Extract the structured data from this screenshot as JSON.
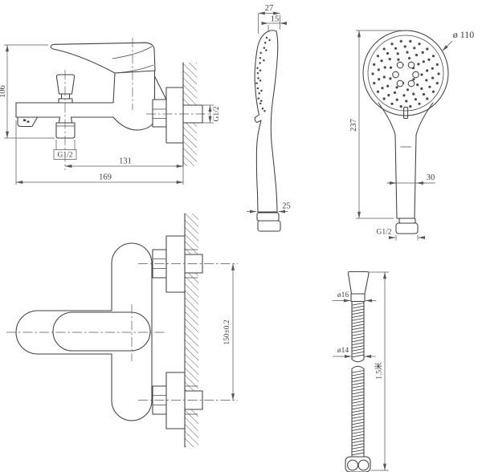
{
  "drawing": {
    "colors": {
      "background": "#ffffff",
      "line": "#3f3f3f",
      "dimension": "#555555"
    },
    "views": {
      "mixer_side": {
        "dim_height": "106",
        "dim_spout_thread": "G1/2",
        "dim_spout_to_wall": "131",
        "dim_overall_length": "169",
        "dim_wall_thread": "G1/2"
      },
      "handshower_side": {
        "dim_head_depth": "27",
        "dim_head_top_width": "15",
        "dim_handle_bottom_width": "25"
      },
      "handshower_front": {
        "dim_head_diameter": "ø 110",
        "dim_overall_length": "237",
        "dim_handle_width": "30",
        "dim_connector_thread": "G1/2"
      },
      "mixer_plan": {
        "dim_inlet_spacing": "150±0.2"
      },
      "hose": {
        "dim_cone_diameter": "ø16",
        "dim_hose_diameter": "ø14",
        "dim_length": "1.5米"
      }
    }
  }
}
